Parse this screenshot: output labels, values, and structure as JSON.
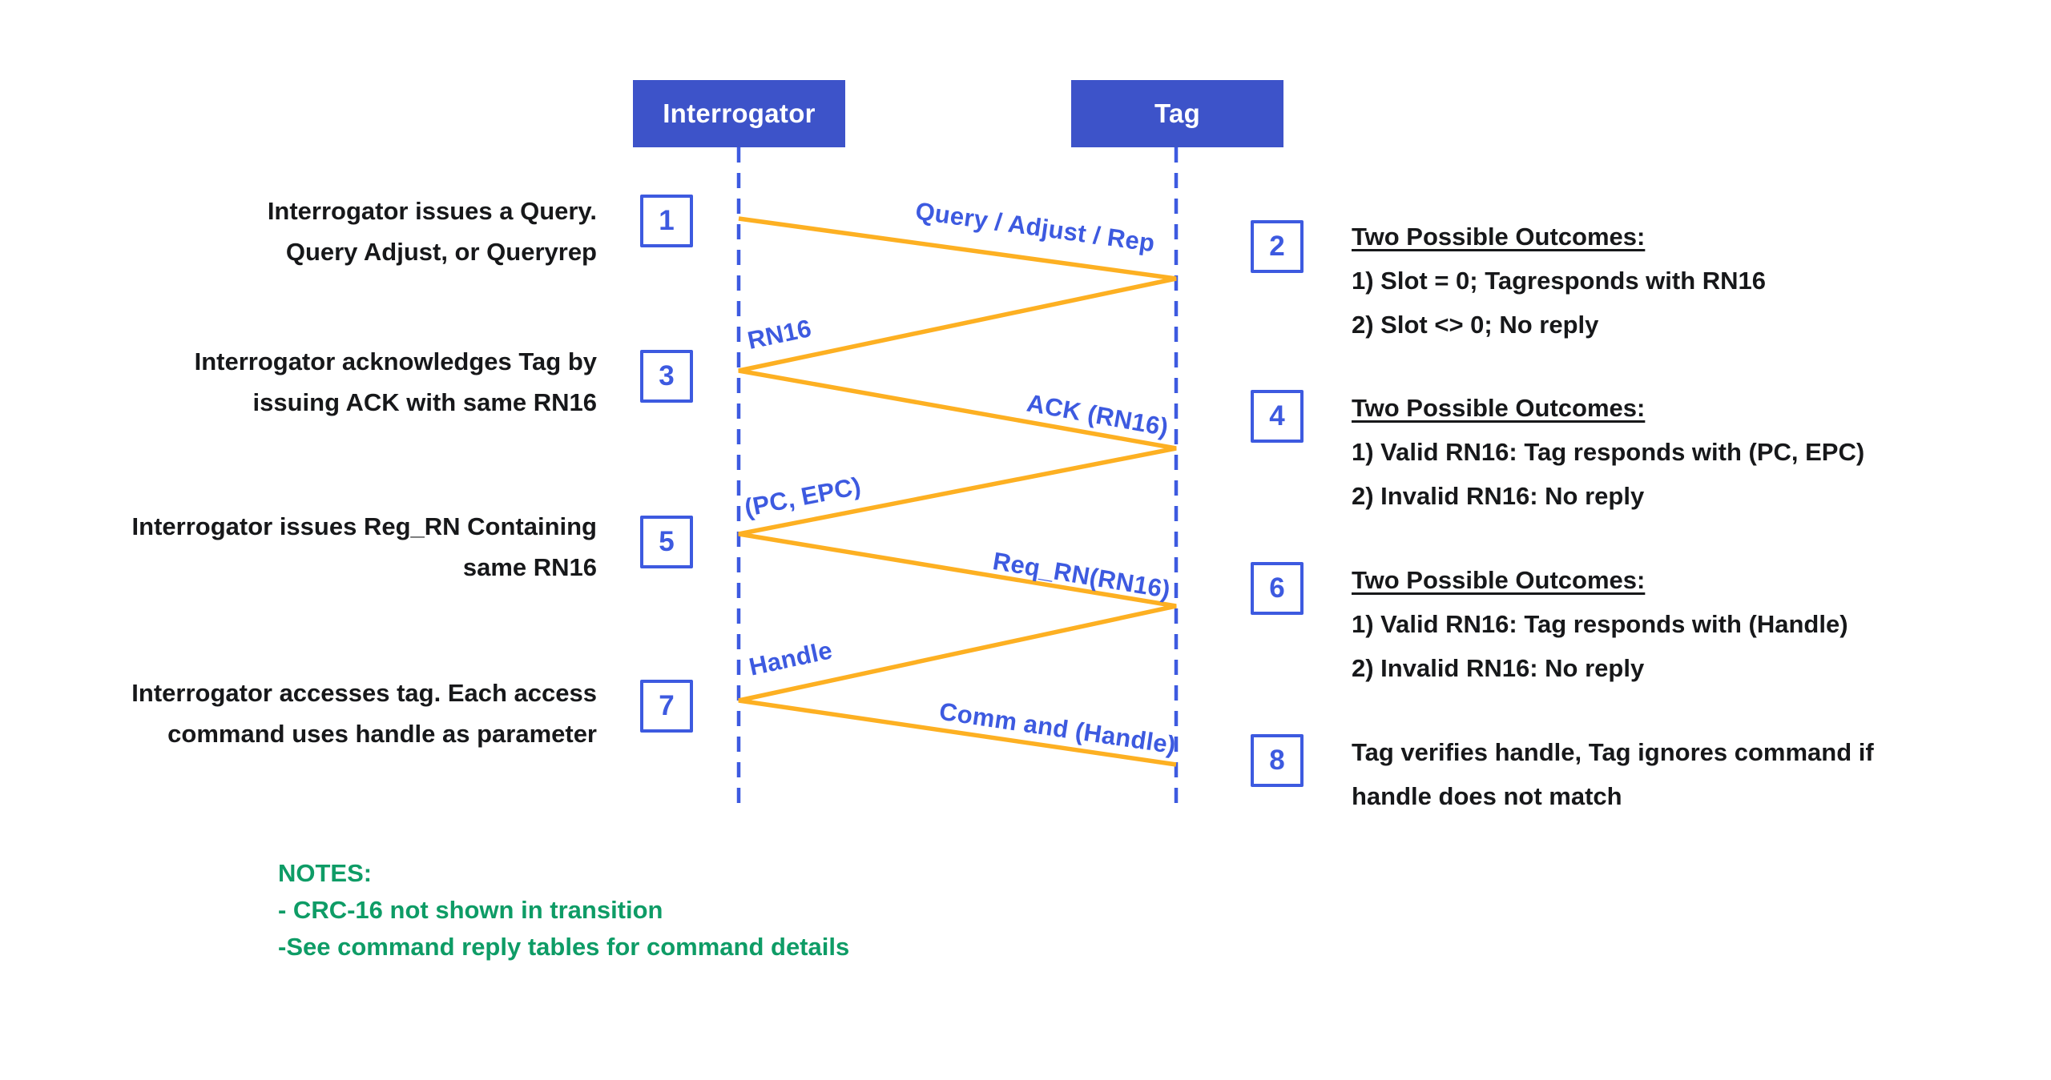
{
  "diagram": {
    "actors": {
      "interrogator": {
        "label": "Interrogator"
      },
      "tag": {
        "label": "Tag"
      }
    },
    "left_steps": [
      {
        "num": "1",
        "line1": "Interrogator issues a Query.",
        "line2": "Query Adjust, or Queryrep"
      },
      {
        "num": "3",
        "line1": "Interrogator acknowledges Tag by",
        "line2": "issuing ACK with same RN16"
      },
      {
        "num": "5",
        "line1": "Interrogator issues Reg_RN Containing",
        "line2": "same RN16"
      },
      {
        "num": "7",
        "line1": "Interrogator accesses tag. Each access",
        "line2": "command uses handle as parameter"
      }
    ],
    "right_steps": [
      {
        "num": "2",
        "title": "Two Possible Outcomes:",
        "line1": "1) Slot = 0; Tagresponds with RN16",
        "line2": "2) Slot <> 0; No reply"
      },
      {
        "num": "4",
        "title": "Two Possible Outcomes:",
        "line1": "1) Valid RN16: Tag responds with (PC, EPC)",
        "line2": "2) Invalid RN16: No reply"
      },
      {
        "num": "6",
        "title": "Two Possible Outcomes:",
        "line1": "1) Valid RN16: Tag responds with (Handle)",
        "line2": "2) Invalid RN16: No reply"
      },
      {
        "num": "8",
        "line1": "Tag verifies handle, Tag ignores command if",
        "line2": "handle does not match"
      }
    ],
    "messages": [
      {
        "label": "Query / Adjust / Rep",
        "from": "interrogator",
        "to": "tag"
      },
      {
        "label": "RN16",
        "from": "tag",
        "to": "interrogator"
      },
      {
        "label": "ACK (RN16)",
        "from": "interrogator",
        "to": "tag"
      },
      {
        "label": "(PC, EPC)",
        "from": "tag",
        "to": "interrogator"
      },
      {
        "label": "Req_RN(RN16)",
        "from": "interrogator",
        "to": "tag"
      },
      {
        "label": "Handle",
        "from": "tag",
        "to": "interrogator"
      },
      {
        "label": "Comm and (Handle)",
        "from": "interrogator",
        "to": "tag"
      }
    ],
    "notes": {
      "title": "NOTES:",
      "line1": "- CRC-16 not shown in transition",
      "line2": "-See command reply tables for command details"
    },
    "colors": {
      "header_blue": "#3D53C9",
      "line_blue": "#3D5AE0",
      "message_yellow": "#FDB022",
      "notes_green": "#0E9C66",
      "body_text": "#17181A"
    }
  }
}
